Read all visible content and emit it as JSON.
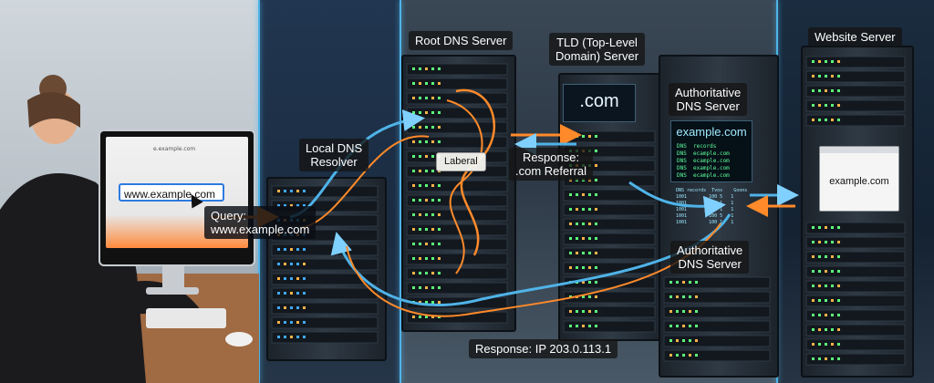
{
  "nodes": {
    "root_dns": "Root DNS Server",
    "tld": "TLD (Top-Level\nDomain) Server",
    "website": "Website Server",
    "local_resolver": "Local DNS\nResolver",
    "auth_upper": "Authoritative\nDNS Server",
    "auth_lower": "Authoritative\nDNS Server"
  },
  "messages": {
    "query": "Query:\nwww.example.com",
    "response_referral": "Response:\n.com Referral",
    "response_ip": "Response: IP 203.0.113.1"
  },
  "screens": {
    "browser_url": "www.example.com",
    "browser_small_url": "e.example.com",
    "tld_screen": ".com",
    "auth_domain": "example.com",
    "auth_records": "DNS  records\nDNS  ecample.com\nDNS  ecample.com\nDNS  example.com\nDNS  ecample.com",
    "auth_table": "DNS records  Tvos    Goons\n1001        100 5   1\n1001        100 1   1\n1001        100 1   1\n1001        100 5   1\n1001        100 1   1",
    "rack_tag": "Laberal",
    "website_page": "example.com"
  },
  "colors": {
    "query_flow": "#4fb3e8",
    "cable_orange": "#ff8a2a",
    "panel_divider": "#4fb3e8"
  }
}
